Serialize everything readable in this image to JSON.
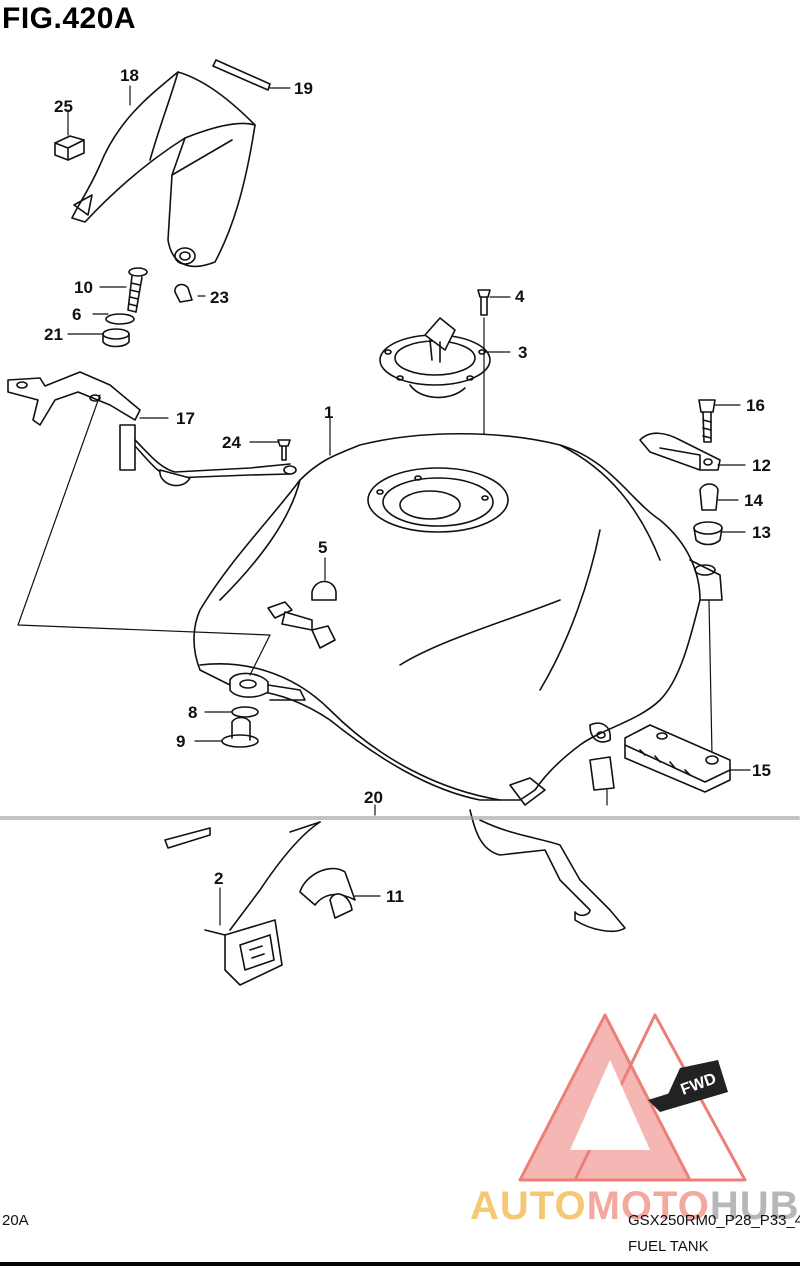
{
  "figure": {
    "title": "FIG.420A",
    "footer_left": "20A",
    "footer_code": "GSX250RM0_P28_P33_4",
    "footer_name": "FUEL TANK"
  },
  "callouts": [
    {
      "id": "c1",
      "label": "1"
    },
    {
      "id": "c2",
      "label": "2"
    },
    {
      "id": "c3",
      "label": "3"
    },
    {
      "id": "c4",
      "label": "4"
    },
    {
      "id": "c5",
      "label": "5"
    },
    {
      "id": "c6",
      "label": "6"
    },
    {
      "id": "c8",
      "label": "8"
    },
    {
      "id": "c9",
      "label": "9"
    },
    {
      "id": "c10",
      "label": "10"
    },
    {
      "id": "c11",
      "label": "11"
    },
    {
      "id": "c12",
      "label": "12"
    },
    {
      "id": "c13",
      "label": "13"
    },
    {
      "id": "c14",
      "label": "14"
    },
    {
      "id": "c15",
      "label": "15"
    },
    {
      "id": "c16",
      "label": "16"
    },
    {
      "id": "c17",
      "label": "17"
    },
    {
      "id": "c18",
      "label": "18"
    },
    {
      "id": "c19",
      "label": "19"
    },
    {
      "id": "c20",
      "label": "20"
    },
    {
      "id": "c21",
      "label": "21"
    },
    {
      "id": "c23",
      "label": "23"
    },
    {
      "id": "c24",
      "label": "24"
    },
    {
      "id": "c25",
      "label": "25"
    }
  ],
  "fwd_label": "FWD",
  "watermark": {
    "part_a": "AUTO",
    "part_b": "MOTO",
    "part_c": "HUB",
    "logo_color": "#e8554d"
  }
}
